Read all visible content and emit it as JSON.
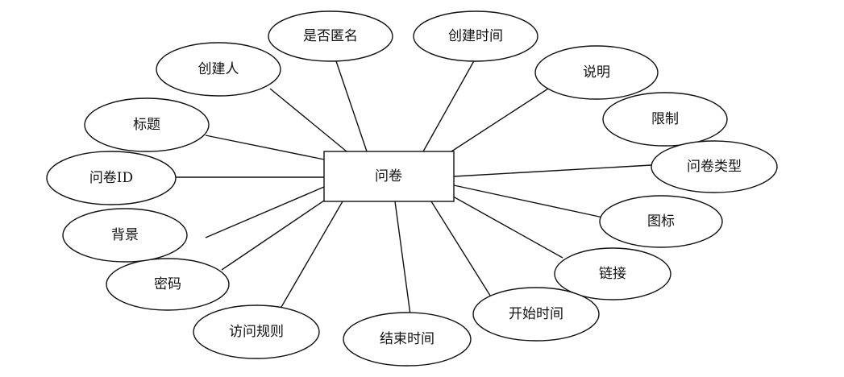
{
  "entity": {
    "name": "问卷"
  },
  "attributes": [
    {
      "key": "title",
      "label": "标题"
    },
    {
      "key": "creator",
      "label": "创建人"
    },
    {
      "key": "anonymous",
      "label": "是否匿名"
    },
    {
      "key": "created_time",
      "label": "创建时间"
    },
    {
      "key": "description",
      "label": "说明"
    },
    {
      "key": "limit",
      "label": "限制"
    },
    {
      "key": "survey_type",
      "label": "问卷类型"
    },
    {
      "key": "icon",
      "label": "图标"
    },
    {
      "key": "link",
      "label": "链接"
    },
    {
      "key": "start_time",
      "label": "开始时间"
    },
    {
      "key": "end_time",
      "label": "结束时间"
    },
    {
      "key": "access_rule",
      "label": "访问规则"
    },
    {
      "key": "password",
      "label": "密码"
    },
    {
      "key": "background",
      "label": "背景"
    },
    {
      "key": "survey_id",
      "label": "问卷ID"
    }
  ]
}
